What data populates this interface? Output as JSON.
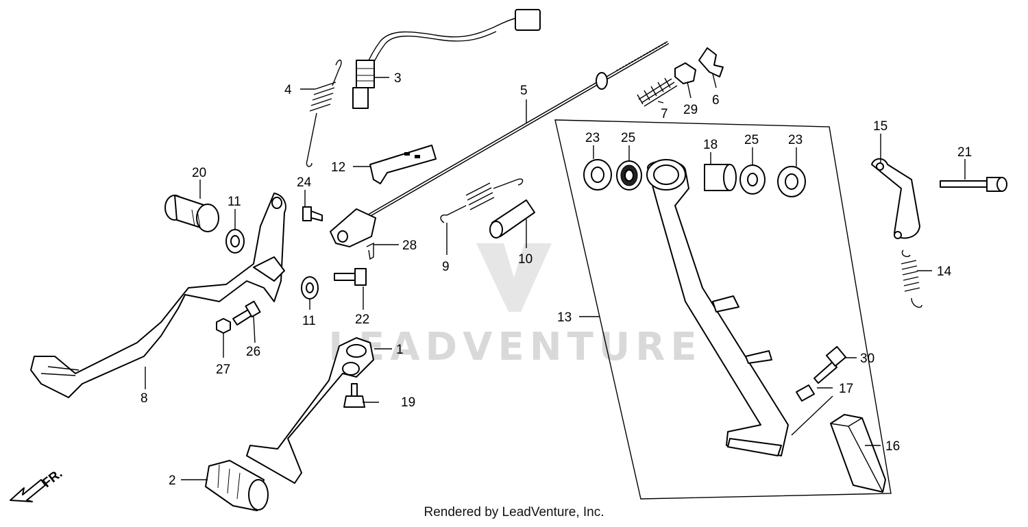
{
  "diagram": {
    "callouts": [
      {
        "id": "c1",
        "text": "1"
      },
      {
        "id": "c2",
        "text": "2"
      },
      {
        "id": "c3",
        "text": "3"
      },
      {
        "id": "c4",
        "text": "4"
      },
      {
        "id": "c5",
        "text": "5"
      },
      {
        "id": "c6",
        "text": "6"
      },
      {
        "id": "c7",
        "text": "7"
      },
      {
        "id": "c8",
        "text": "8"
      },
      {
        "id": "c9",
        "text": "9"
      },
      {
        "id": "c10",
        "text": "10"
      },
      {
        "id": "c11a",
        "text": "11"
      },
      {
        "id": "c11b",
        "text": "11"
      },
      {
        "id": "c12",
        "text": "12"
      },
      {
        "id": "c13",
        "text": "13"
      },
      {
        "id": "c14",
        "text": "14"
      },
      {
        "id": "c15",
        "text": "15"
      },
      {
        "id": "c16",
        "text": "16"
      },
      {
        "id": "c17",
        "text": "17"
      },
      {
        "id": "c18",
        "text": "18"
      },
      {
        "id": "c19",
        "text": "19"
      },
      {
        "id": "c20",
        "text": "20"
      },
      {
        "id": "c21",
        "text": "21"
      },
      {
        "id": "c22",
        "text": "22"
      },
      {
        "id": "c23a",
        "text": "23"
      },
      {
        "id": "c23b",
        "text": "23"
      },
      {
        "id": "c24",
        "text": "24"
      },
      {
        "id": "c25a",
        "text": "25"
      },
      {
        "id": "c25b",
        "text": "25"
      },
      {
        "id": "c26",
        "text": "26"
      },
      {
        "id": "c27",
        "text": "27"
      },
      {
        "id": "c28",
        "text": "28"
      },
      {
        "id": "c29",
        "text": "29"
      },
      {
        "id": "c30",
        "text": "30"
      }
    ],
    "front_indicator": "FR.",
    "watermark": "LEADVENTURE",
    "footer": "Rendered by LeadVenture, Inc."
  }
}
